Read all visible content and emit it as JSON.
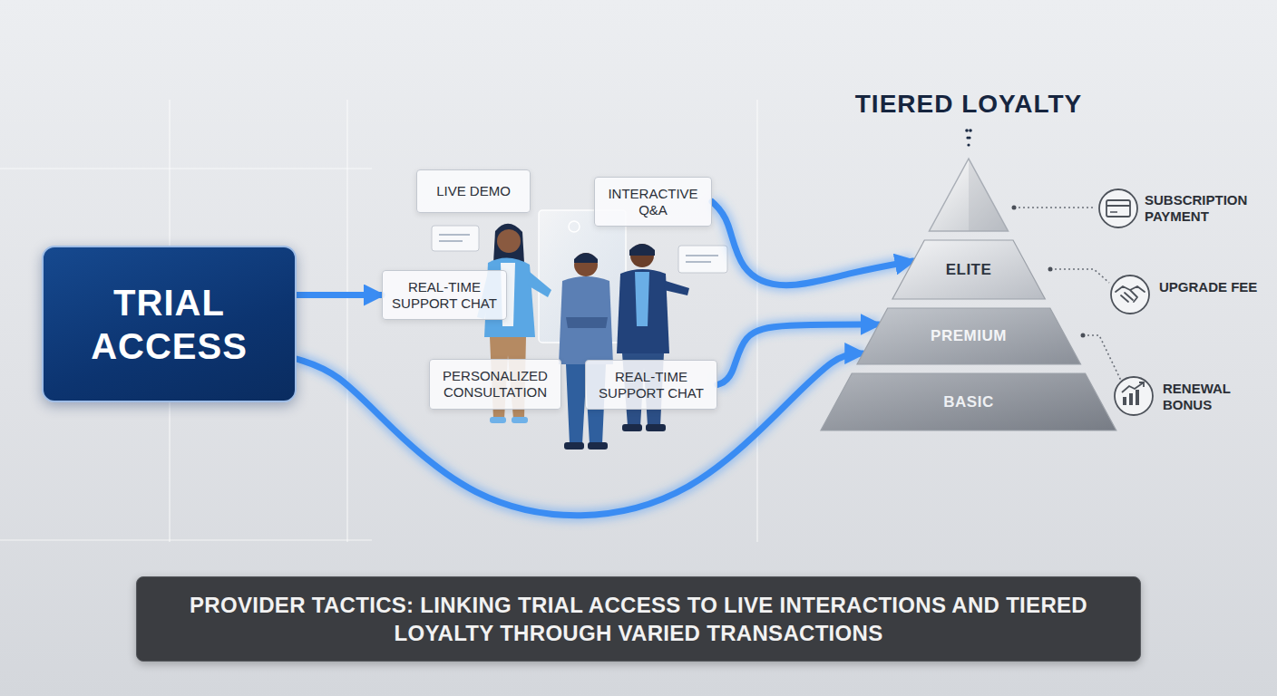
{
  "diagram": {
    "caption": "PROVIDER TACTICS: LINKING TRIAL ACCESS TO LIVE INTERACTIONS AND TIERED LOYALTY THROUGH VARIED TRANSACTIONS",
    "nodes": [
      {
        "text": [
          "TRIAL ACCESS"
        ]
      },
      {
        "text": [
          "LIVE DEMO"
        ]
      },
      {
        "text": [
          "INTERACTIVE Q&A"
        ]
      },
      {
        "text": [
          "REAL-TIME SUPPORT CHAT"
        ]
      },
      {
        "text": [
          "PERSONALIZED CONSULTATION"
        ]
      },
      {
        "text": [
          "REAL-TIME SUPPORT CHAT"
        ]
      },
      {
        "text": [
          "ELITE"
        ]
      },
      {
        "text": [
          "PREMIUM"
        ]
      },
      {
        "text": [
          "BASIC"
        ]
      }
    ],
    "edges": [
      {
        "from": 0,
        "to": 3,
        "arrow": "to"
      },
      {
        "from": 0,
        "to": 7,
        "arrow": "to"
      },
      {
        "from": 2,
        "to": 6,
        "arrow": "to"
      },
      {
        "from": 5,
        "to": 7,
        "arrow": "to"
      }
    ],
    "labels": [
      "TIERED LOYALTY",
      "SUBSCRIPTION PAYMENT",
      "UPGRADE FEE",
      "RENEWAL BONUS"
    ]
  }
}
